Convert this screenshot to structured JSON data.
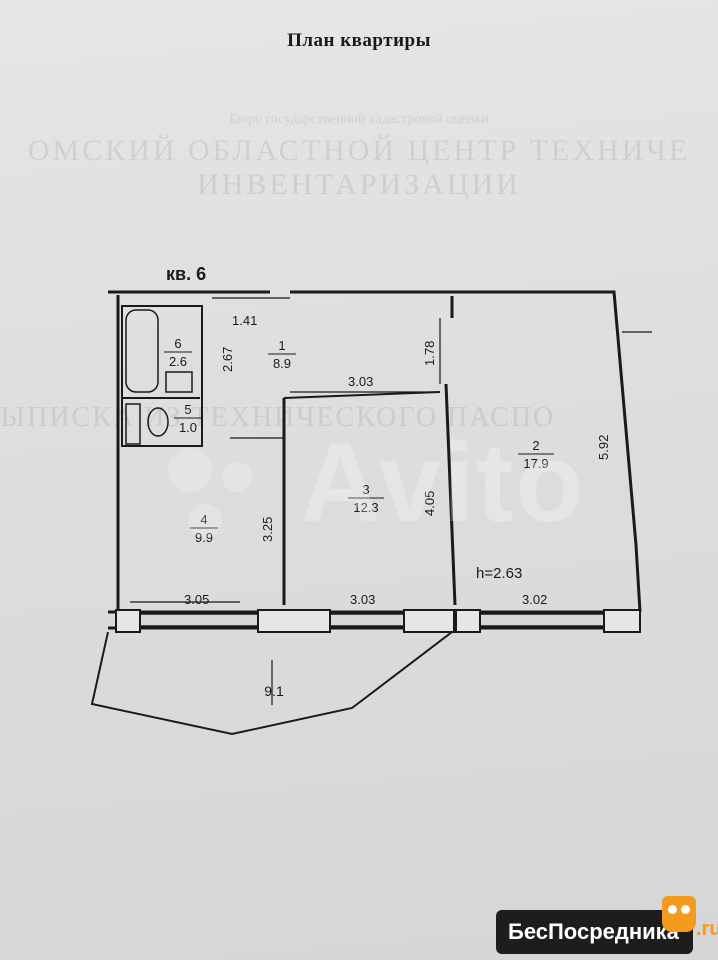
{
  "document": {
    "title": "План квартиры",
    "apartment_label": "кв. 6",
    "ceiling_height": "h=2.63"
  },
  "rooms": [
    {
      "number": "1",
      "area": "8.9"
    },
    {
      "number": "2",
      "area": "17.9"
    },
    {
      "number": "3",
      "area": "12.3"
    },
    {
      "number": "4",
      "area": "9.9"
    },
    {
      "number": "5",
      "area": "1.0"
    },
    {
      "number": "6",
      "area": "2.6"
    },
    {
      "number": "",
      "area": "9.1"
    }
  ],
  "dimensions": {
    "hall_top": "1.41",
    "bath_side": "2.67",
    "room3_top": "3.03",
    "room2_notch": "1.78",
    "room2_side": "5.92",
    "room3_side": "4.05",
    "room4_side": "3.25",
    "room4_width": "3.05",
    "room3_width": "3.03",
    "room2_width": "3.02"
  },
  "watermarks": {
    "ghost_line1": "Бюро государственной кадастровой оценки",
    "ghost_line2": "ОМСКИЙ ОБЛАСТНОЙ ЦЕНТР ТЕХНИЧЕ",
    "ghost_line3": "ИНВЕНТАРИЗАЦИИ",
    "ghost_line4": "ВЫПИСКА ИЗ ТЕХНИЧЕСКОГО ПАСПО",
    "avito": "Avito",
    "site_name": "БесПосредника",
    "site_tld": ".ru"
  },
  "colors": {
    "ink": "#1a1a1a",
    "paper": "#e0e0e0",
    "logo_bg": "#1d1d1d",
    "logo_accent": "#f39a1f"
  }
}
